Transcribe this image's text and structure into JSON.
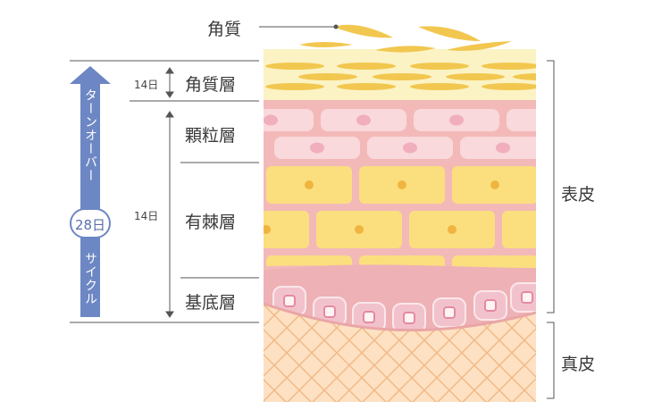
{
  "labels": {
    "stratum_corneum_flakes": "角質",
    "stratum_corneum": "角質層",
    "stratum_granulosum": "顆粒層",
    "stratum_spinosum": "有棘層",
    "stratum_basale": "基底層",
    "epidermis": "表皮",
    "dermis": "真皮"
  },
  "durations": {
    "corneum_days": "14日",
    "lower_days": "14日"
  },
  "turnover": {
    "title": "ターンオーバー",
    "cycle_label": "サイクル",
    "total_days": "28日"
  },
  "colors": {
    "corneum_bg": "#fbf3c4",
    "corneum_cell": "#f2c74f",
    "granular_bg": "#f3b9b9",
    "granular_cell": "#f9d9db",
    "spinous_cell": "#fbdf7e",
    "spinous_nucleus": "#f0b540",
    "basal_cell": "#f2c2cc",
    "dermis_bg": "#fde1c2",
    "dermis_line": "#f2b988",
    "arrow": "#6d87c4"
  }
}
